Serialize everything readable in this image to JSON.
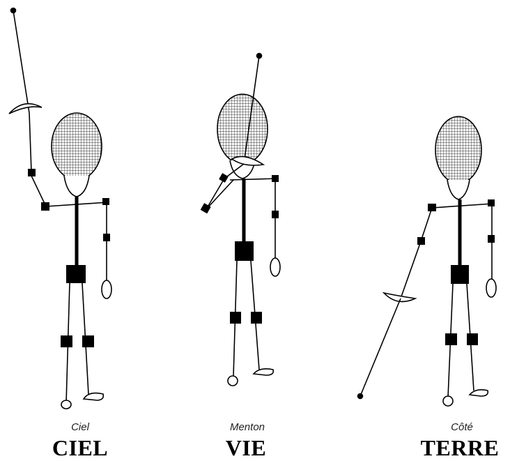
{
  "figures": [
    {
      "id": "ciel",
      "small_caption": "Ciel",
      "big_caption": "CIEL"
    },
    {
      "id": "menton",
      "small_caption": "Menton",
      "big_caption": "VIE"
    },
    {
      "id": "cote",
      "small_caption": "Côté",
      "big_caption": "TERRE"
    }
  ],
  "colors": {
    "ink": "#000000",
    "paper": "#ffffff",
    "mask_hatch": "#333333"
  }
}
